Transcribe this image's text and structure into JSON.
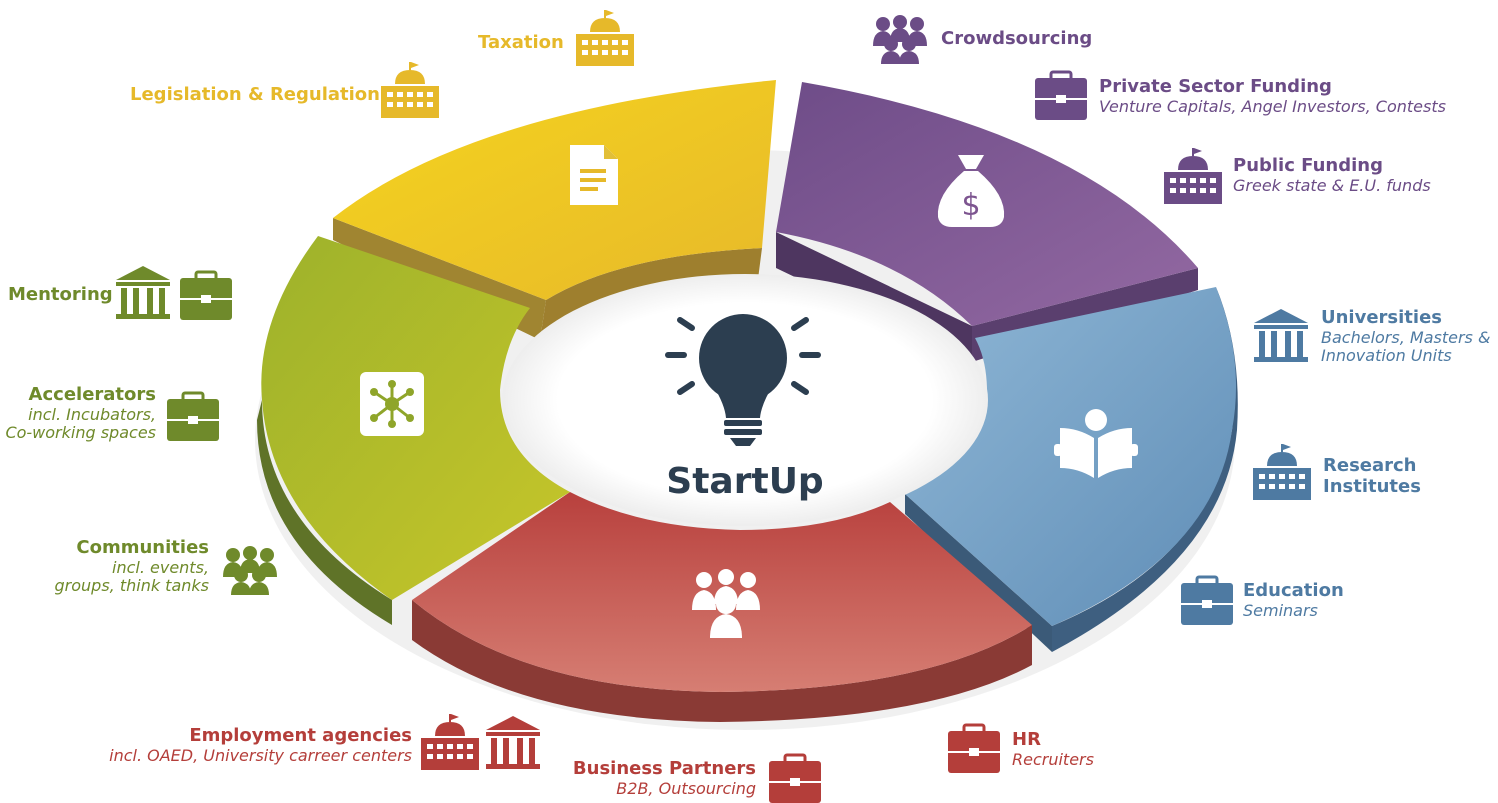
{
  "colors": {
    "yellow": "#F2CB1E",
    "purple": "#7D5590",
    "blue": "#6C9DC4",
    "red": "#CD6761",
    "green": "#A9BC2A",
    "dark_navy": "#2C3E50"
  },
  "center": {
    "title": "StartUp",
    "icon": "lightbulb-icon"
  },
  "segments": [
    {
      "name": "yellow",
      "icon": "document-icon"
    },
    {
      "name": "purple",
      "icon": "money-bag-icon"
    },
    {
      "name": "blue",
      "icon": "reader-icon"
    },
    {
      "name": "red",
      "icon": "people-group-icon"
    },
    {
      "name": "green",
      "icon": "network-icon"
    }
  ],
  "labels": {
    "taxation": {
      "title": "Taxation",
      "icon": "government-building-icon"
    },
    "legislation": {
      "title": "Legislation & Regulation",
      "icon": "government-building-icon"
    },
    "crowdsourcing": {
      "title": "Crowdsourcing",
      "icon": "people-group-icon"
    },
    "private_funding": {
      "title": "Private Sector Funding",
      "subtitle": "Venture Capitals, Angel Investors, Contests",
      "icon": "briefcase-icon"
    },
    "public_funding": {
      "title": "Public Funding",
      "subtitle": "Greek state & E.U. funds",
      "icon": "government-building-icon"
    },
    "universities": {
      "title": "Universities",
      "subtitle1": "Bachelors, Masters &",
      "subtitle2": "Innovation Units",
      "icon": "institution-icon"
    },
    "research": {
      "title1": "Research",
      "title2": "Institutes",
      "icon": "government-building-icon"
    },
    "education": {
      "title": "Education",
      "subtitle": "Seminars",
      "icon": "briefcase-icon"
    },
    "hr": {
      "title": "HR",
      "subtitle": "Recruiters",
      "icon": "briefcase-icon"
    },
    "business_partners": {
      "title": "Business Partners",
      "subtitle": "B2B, Outsourcing",
      "icon": "briefcase-icon"
    },
    "employment": {
      "title": "Employment agencies",
      "subtitle": "incl. OAED, University carreer centers",
      "icon": "government-building-icon"
    },
    "communities": {
      "title": "Communities",
      "subtitle1": "incl. events,",
      "subtitle2": "groups, think tanks",
      "icon": "people-group-icon"
    },
    "accelerators": {
      "title": "Accelerators",
      "subtitle1": "incl. Incubators,",
      "subtitle2": "Co-working spaces",
      "icon": "briefcase-icon"
    },
    "mentoring": {
      "title": "Mentoring",
      "icon": "institution-icon"
    }
  }
}
